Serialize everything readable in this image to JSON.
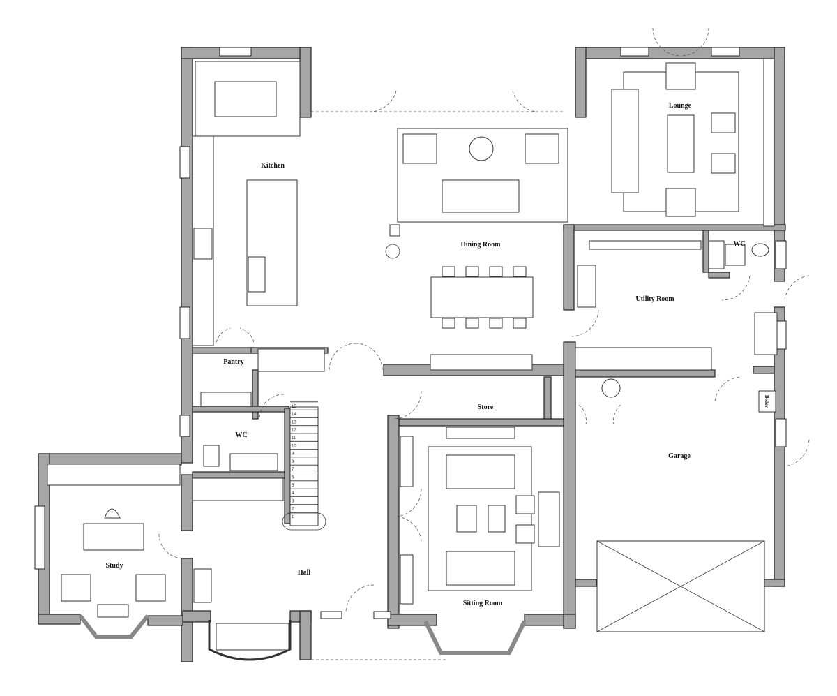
{
  "rooms": {
    "kitchen": "Kitchen",
    "lounge": "Lounge",
    "dining": "Dining Room",
    "wc_east": "WC",
    "utility": "Utility Room",
    "pantry": "Pantry",
    "store": "Store",
    "wc_hall": "WC",
    "boiler": "Boiler",
    "garage": "Garage",
    "study": "Study",
    "hall": "Hall",
    "sitting": "Sitting Room"
  },
  "stairs": [
    "1",
    "2",
    "3",
    "4",
    "5",
    "6",
    "7",
    "8",
    "9",
    "10",
    "11",
    "12",
    "13",
    "14",
    "15"
  ],
  "colors": {
    "wall": "#a6a6a6",
    "line": "#222222"
  }
}
